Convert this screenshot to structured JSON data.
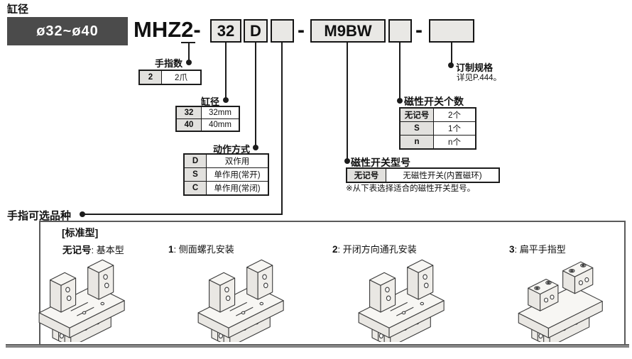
{
  "header": {
    "section_title": "缸径",
    "bore_range": "ø32~ø40"
  },
  "model": {
    "prefix": "MHZ2-",
    "bore_code": "32",
    "action_code": "D",
    "finger_option_code": "",
    "switch_model_code": "M9BW",
    "switch_qty_code": "",
    "made_to_order_code": "",
    "hyphen": "-"
  },
  "callouts": {
    "fingers": {
      "label": "手指数",
      "rows": [
        [
          "2",
          "2爪"
        ]
      ]
    },
    "bore": {
      "label": "缸径",
      "rows": [
        [
          "32",
          "32mm"
        ],
        [
          "40",
          "40mm"
        ]
      ]
    },
    "action": {
      "label": "动作方式",
      "rows": [
        [
          "D",
          "双作用"
        ],
        [
          "S",
          "单作用(常开)"
        ],
        [
          "C",
          "单作用(常闭)"
        ]
      ]
    },
    "switch_qty": {
      "label": "磁性开关个数",
      "rows": [
        [
          "无记号",
          "2个"
        ],
        [
          "S",
          "1个"
        ],
        [
          "n",
          "n个"
        ]
      ]
    },
    "switch_model": {
      "label": "磁性开关型号",
      "rows": [
        [
          "无记号",
          "无磁性开关(内置磁环)"
        ]
      ],
      "note": "※从下表选择适合的磁性开关型号。"
    },
    "made_to_order": {
      "label": "订制规格",
      "note": "详见P.444。"
    }
  },
  "finger_options": {
    "title": "手指可选品种",
    "group_label": "[标准型]",
    "separator": ": ",
    "items": [
      {
        "code": "无记号",
        "name": "基本型"
      },
      {
        "code": "1",
        "name": "侧面螺孔安装"
      },
      {
        "code": "2",
        "name": "开闭方向通孔安装"
      },
      {
        "code": "3",
        "name": "扁平手指型"
      }
    ]
  },
  "colors": {
    "banner_bg": "#4b4b4b",
    "code_box_fill": "#e9e8e5",
    "code_cell_fill": "#e2e1de",
    "line": "#1c1c1c",
    "frame": "#5a5a5a"
  }
}
